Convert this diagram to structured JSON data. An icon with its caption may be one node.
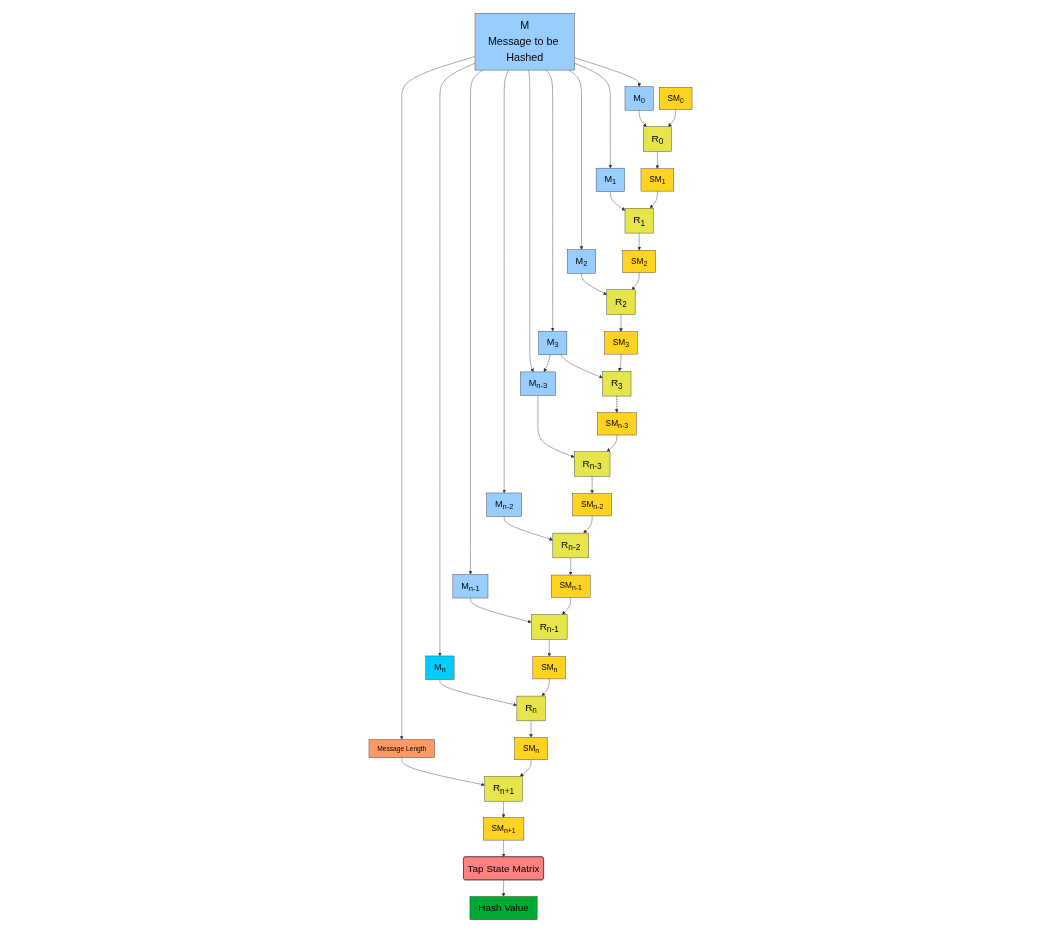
{
  "diagram": {
    "nodes": [
      {
        "text": [
          "M",
          "Message to be Hashed"
        ]
      },
      {
        "text": [
          "Message Length"
        ]
      },
      {
        "text": [
          "M$_{0}$"
        ]
      },
      {
        "text": [
          "M$_{1}$"
        ]
      },
      {
        "text": [
          "M$_{2}$"
        ]
      },
      {
        "text": [
          "M$_{3}$"
        ]
      },
      {
        "text": [
          "M$_{n-3}$"
        ]
      },
      {
        "text": [
          "M$_{n-2}$"
        ]
      },
      {
        "text": [
          "M$_{n-1}$"
        ]
      },
      {
        "text": [
          "M$_{n}$"
        ]
      },
      {
        "text": [
          "R$_{0}$"
        ]
      },
      {
        "text": [
          "R$_{1}$"
        ]
      },
      {
        "text": [
          "R$_{2}$"
        ]
      },
      {
        "text": [
          "R$_{3}$"
        ]
      },
      {
        "text": [
          "R$_{n-3}$"
        ]
      },
      {
        "text": [
          "R$_{n-2}$"
        ]
      },
      {
        "text": [
          "R$_{n-1}$"
        ]
      },
      {
        "text": [
          "R$_{n}$"
        ]
      },
      {
        "text": [
          "R$_{n+1}$"
        ]
      },
      {
        "text": [
          "SM$_{0}$"
        ]
      },
      {
        "text": [
          "SM$_{1}$"
        ]
      },
      {
        "text": [
          "SM$_{2}$"
        ]
      },
      {
        "text": [
          "SM$_{3}$"
        ]
      },
      {
        "text": [
          "SM$_{n-3}$"
        ]
      },
      {
        "text": [
          "SM$_{n-2}$"
        ]
      },
      {
        "text": [
          "SM$_{n-1}$"
        ]
      },
      {
        "text": [
          "SM$_{n}$"
        ]
      },
      {
        "text": [
          "SM$_{n}$"
        ]
      },
      {
        "text": [
          "SM$_{n+1}$"
        ]
      },
      {
        "text": [
          "Tap State Matrix"
        ]
      },
      {
        "text": [
          "Hash Value"
        ]
      }
    ],
    "edges": [
      {
        "from": 0,
        "to": 1,
        "arrow": "to"
      },
      {
        "from": 0,
        "to": 2,
        "arrow": "to"
      },
      {
        "from": 0,
        "to": 3,
        "arrow": "to"
      },
      {
        "from": 0,
        "to": 4,
        "arrow": "to"
      },
      {
        "from": 0,
        "to": 5,
        "arrow": "to"
      },
      {
        "from": 0,
        "to": 6,
        "arrow": "to"
      },
      {
        "from": 0,
        "to": 7,
        "arrow": "to"
      },
      {
        "from": 0,
        "to": 8,
        "arrow": "to"
      },
      {
        "from": 0,
        "to": 9,
        "arrow": "to"
      },
      {
        "from": 5,
        "to": 6,
        "arrow": "to",
        "style": "dashed"
      },
      {
        "from": 2,
        "to": 10,
        "arrow": "to"
      },
      {
        "from": 3,
        "to": 11,
        "arrow": "to"
      },
      {
        "from": 4,
        "to": 12,
        "arrow": "to"
      },
      {
        "from": 5,
        "to": 13,
        "arrow": "to"
      },
      {
        "from": 6,
        "to": 14,
        "arrow": "to"
      },
      {
        "from": 7,
        "to": 15,
        "arrow": "to"
      },
      {
        "from": 8,
        "to": 16,
        "arrow": "to"
      },
      {
        "from": 9,
        "to": 17,
        "arrow": "to"
      },
      {
        "from": 1,
        "to": 18,
        "arrow": "to"
      },
      {
        "from": 19,
        "to": 10,
        "arrow": "to"
      },
      {
        "from": 20,
        "to": 11,
        "arrow": "to"
      },
      {
        "from": 21,
        "to": 12,
        "arrow": "to"
      },
      {
        "from": 22,
        "to": 13,
        "arrow": "to"
      },
      {
        "from": 23,
        "to": 14,
        "arrow": "to"
      },
      {
        "from": 24,
        "to": 15,
        "arrow": "to"
      },
      {
        "from": 25,
        "to": 16,
        "arrow": "to"
      },
      {
        "from": 26,
        "to": 17,
        "arrow": "to"
      },
      {
        "from": 27,
        "to": 18,
        "arrow": "to"
      },
      {
        "from": 10,
        "to": 20,
        "arrow": "to"
      },
      {
        "from": 11,
        "to": 21,
        "arrow": "to"
      },
      {
        "from": 12,
        "to": 22,
        "arrow": "to"
      },
      {
        "from": 13,
        "to": 23,
        "arrow": "to",
        "style": "dashed"
      },
      {
        "from": 14,
        "to": 24,
        "arrow": "to"
      },
      {
        "from": 15,
        "to": 25,
        "arrow": "to"
      },
      {
        "from": 16,
        "to": 26,
        "arrow": "to"
      },
      {
        "from": 17,
        "to": 27,
        "arrow": "to"
      },
      {
        "from": 18,
        "to": 28,
        "arrow": "to"
      },
      {
        "from": 28,
        "to": 29,
        "arrow": "to"
      },
      {
        "from": 29,
        "to": 30,
        "arrow": "to"
      }
    ]
  }
}
